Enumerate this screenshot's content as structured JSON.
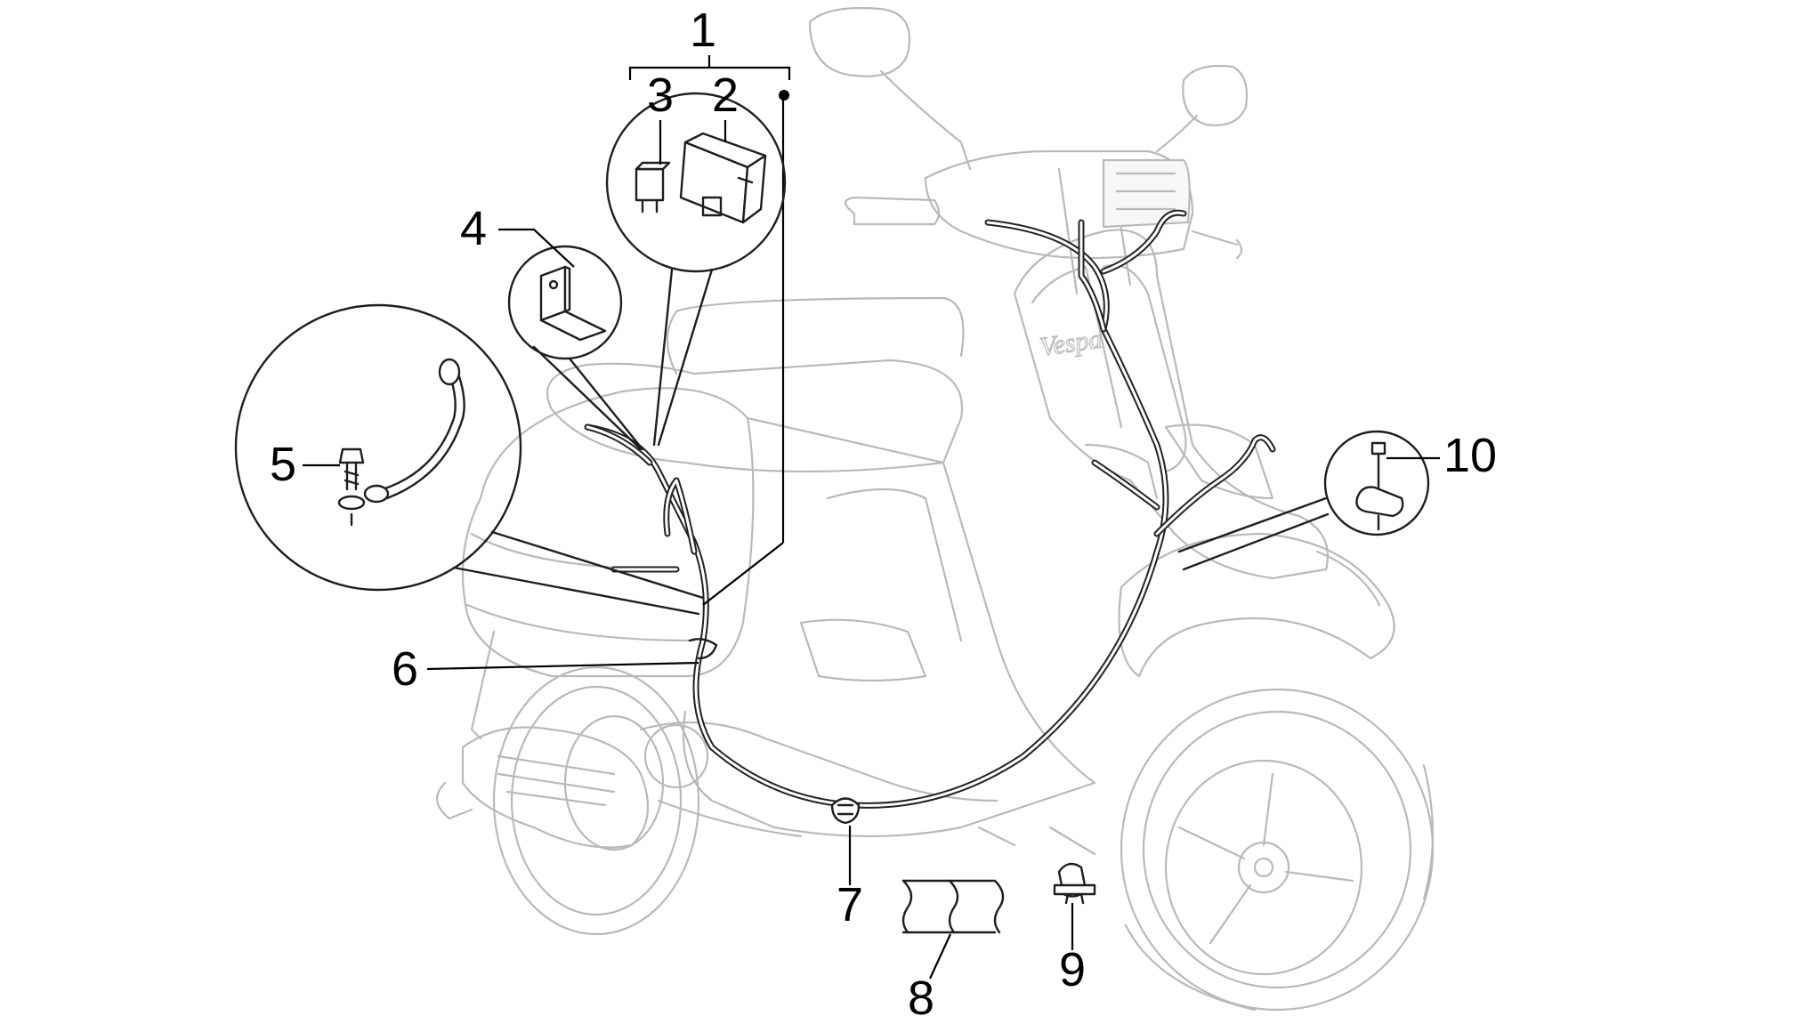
{
  "callouts": {
    "c1": "1",
    "c2": "2",
    "c3": "3",
    "c4": "4",
    "c5": "5",
    "c6": "6",
    "c7": "7",
    "c8": "8",
    "c9": "9",
    "c10": "10"
  },
  "vehicle_logo_text": "Vespa"
}
